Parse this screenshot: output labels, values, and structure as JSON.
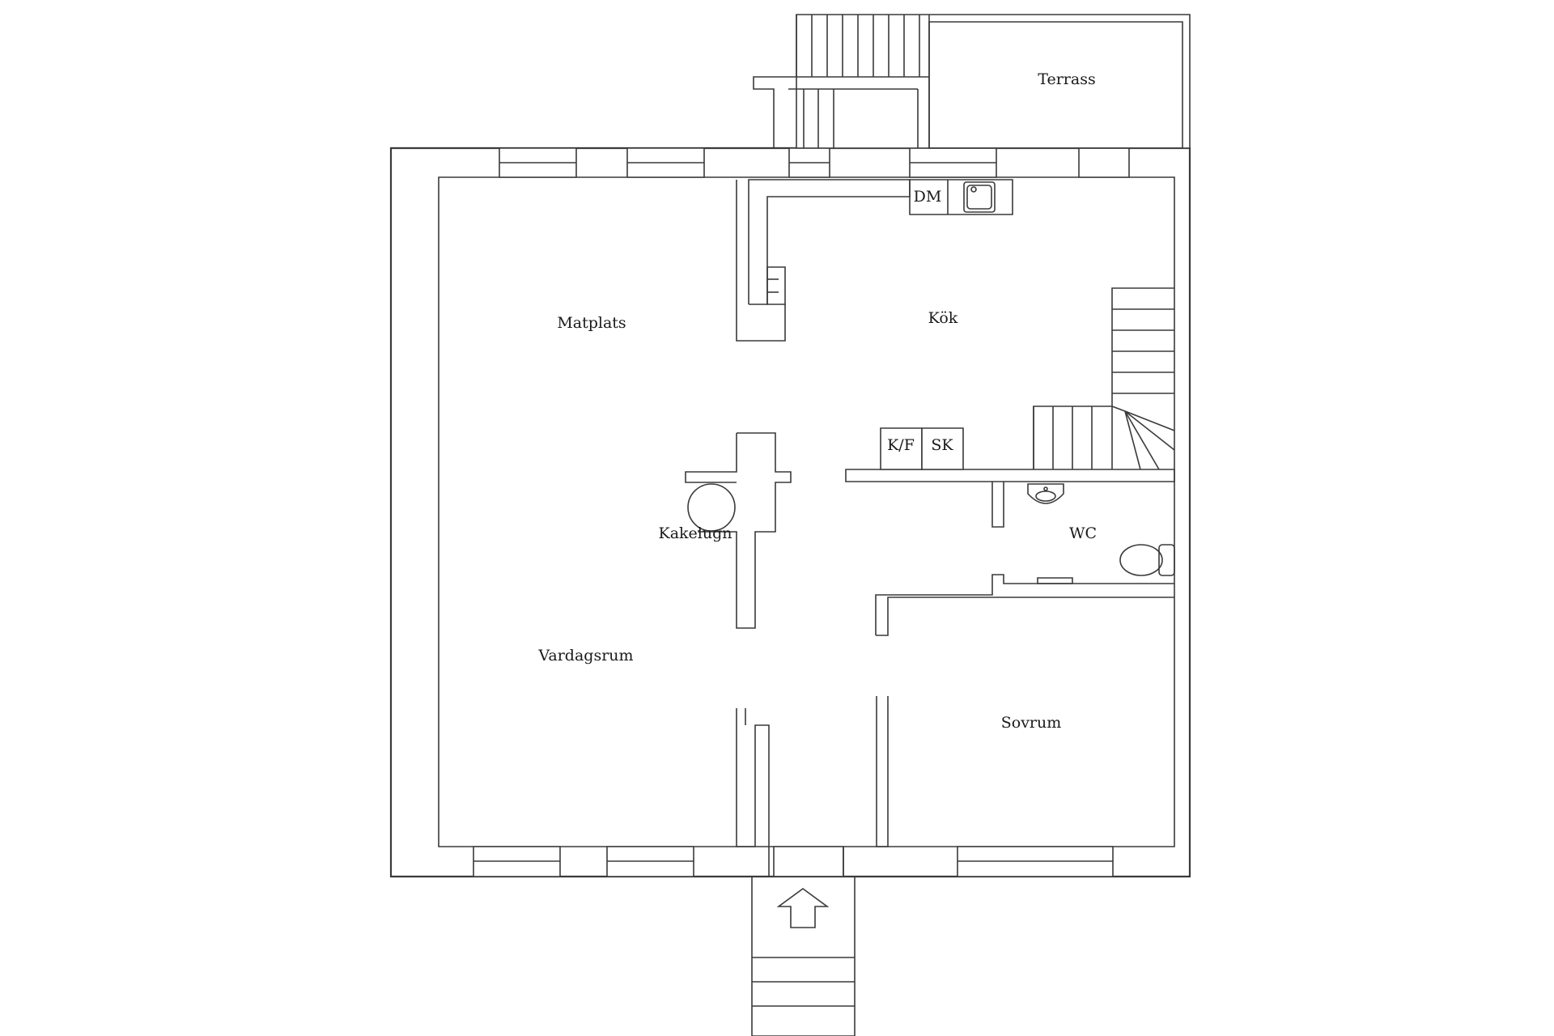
{
  "floorplan": {
    "rooms": {
      "terrace": "Terrass",
      "dining": "Matplats",
      "kitchen": "Kök",
      "stove": "Kakelugn",
      "wc": "WC",
      "living": "Vardagsrum",
      "bedroom": "Sovrum"
    },
    "appliances": {
      "dishwasher": "DM",
      "fridge_freezer": "K/F",
      "cabinet": "SK"
    },
    "colors": {
      "line": "#3a3a3a",
      "background": "#ffffff",
      "text": "#1a1a1a"
    },
    "icons": {
      "entrance": "entrance-arrow-icon",
      "kitchen_sink": "kitchen-sink-icon",
      "wash_basin": "wash-basin-icon",
      "toilet": "toilet-icon"
    }
  }
}
